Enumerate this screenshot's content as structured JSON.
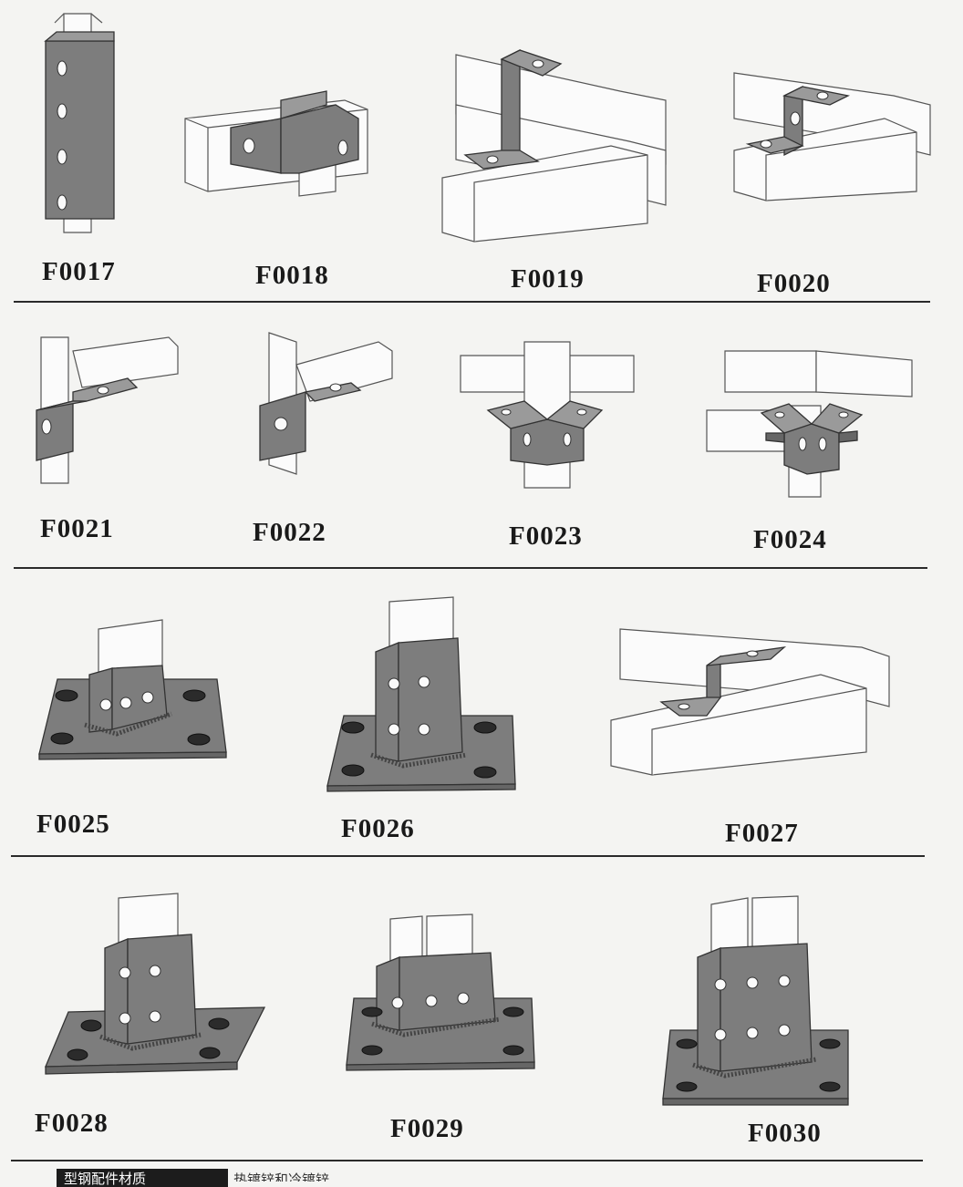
{
  "catalog": {
    "rows": [
      {
        "items": [
          "F0017",
          "F0018",
          "F0019",
          "F0020"
        ]
      },
      {
        "items": [
          "F0021",
          "F0022",
          "F0023",
          "F0024"
        ]
      },
      {
        "items": [
          "F0025",
          "F0026",
          "F0027"
        ]
      },
      {
        "items": [
          "F0028",
          "F0029",
          "F0030"
        ]
      }
    ]
  },
  "footer": {
    "tag": "型钢配件材质",
    "text": "热镀锌和冷镀锌"
  }
}
